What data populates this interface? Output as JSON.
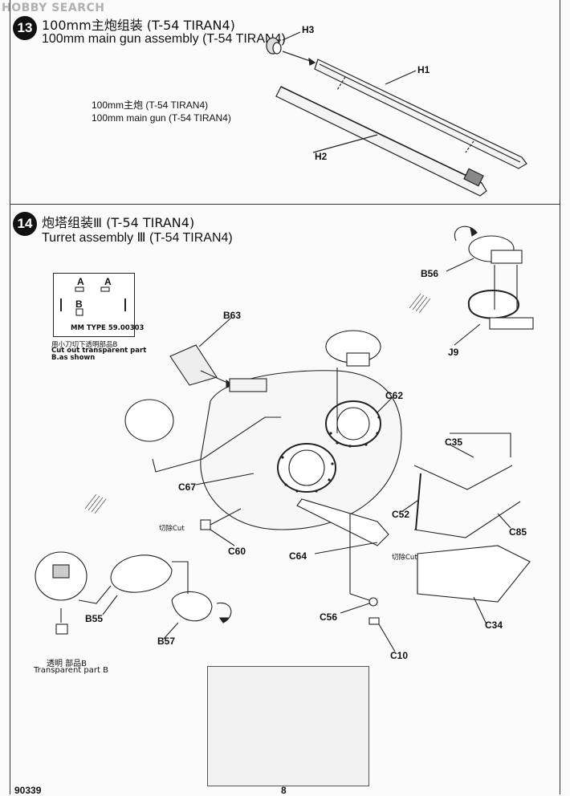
{
  "watermark": "HOBBY SEARCH",
  "step13": {
    "number": "13",
    "title_cn": "100mm主炮组装 (T-54 TIRAN4)",
    "title_en": "100mm main gun assembly (T-54 TIRAN4)",
    "caption_cn": "100mm主炮 (T-54 TIRAN4)",
    "caption_en": "100mm main gun (T-54 TIRAN4)",
    "parts": {
      "h3": "H3",
      "h1": "H1",
      "h2": "H2"
    }
  },
  "step14": {
    "number": "14",
    "title_cn": "炮塔组装Ⅲ (T-54 TIRAN4)",
    "title_en": "Turret assembly Ⅲ (T-54 TIRAN4)",
    "inset": {
      "labels": [
        "A",
        "A",
        "B"
      ],
      "type_label": "MM TYPE 59.00303",
      "note_cn": "用小刀切下透明部品B",
      "note_en1": "Cut out transparent part",
      "note_en2": "B.as shown"
    },
    "parts": {
      "b56": "B56",
      "j9": "J9",
      "b63": "B63",
      "c62": "C62",
      "c35": "C35",
      "c67": "C67",
      "c52": "C52",
      "c85": "C85",
      "c60": "C60",
      "c64": "C64",
      "c56": "C56",
      "c34": "C34",
      "b55": "B55",
      "b57": "B57",
      "c10": "C10"
    },
    "cut_label_1": "切除Cut",
    "cut_label_2": "切除Cut",
    "transparent_cn": "透明 部品B",
    "transparent_en": "Transparent part B"
  },
  "footer": {
    "code": "90339",
    "page": "8"
  }
}
